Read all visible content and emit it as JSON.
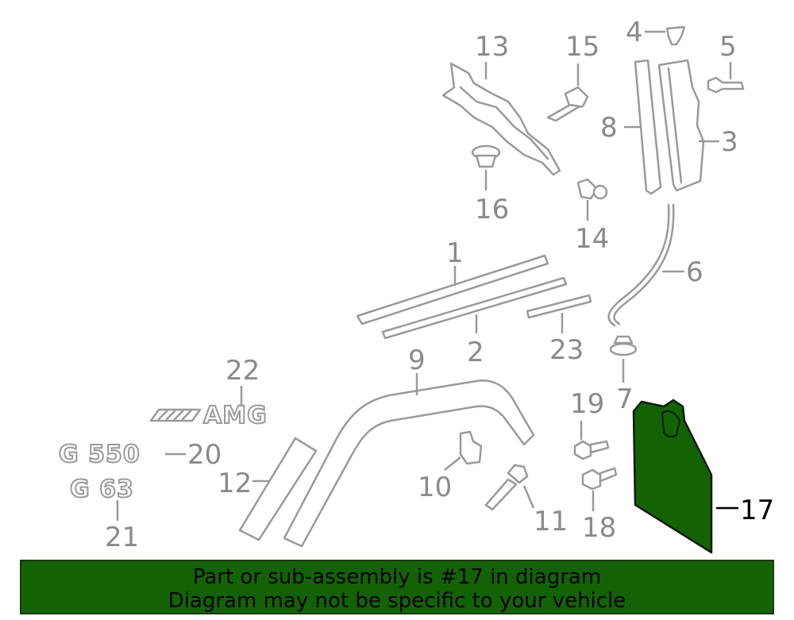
{
  "callouts": {
    "c1": "1",
    "c2": "2",
    "c3": "3",
    "c4": "4",
    "c5": "5",
    "c6": "6",
    "c7": "7",
    "c8": "8",
    "c9": "9",
    "c10": "10",
    "c11": "11",
    "c12": "12",
    "c13": "13",
    "c14": "14",
    "c15": "15",
    "c16": "16",
    "c17": "17",
    "c18": "18",
    "c19": "19",
    "c20": "20",
    "c21": "21",
    "c22": "22",
    "c23": "23"
  },
  "badges": {
    "amg": "AMG",
    "g550": "G 550",
    "g63": "G 63"
  },
  "highlight": {
    "part_number": "17",
    "fill_color": "#136306",
    "outline_color": "#0e1a06"
  },
  "banner": {
    "line1": "Part or sub-assembly is #17 in diagram",
    "line2": "Diagram may not be specific to your vehicle",
    "background": "#136306"
  }
}
